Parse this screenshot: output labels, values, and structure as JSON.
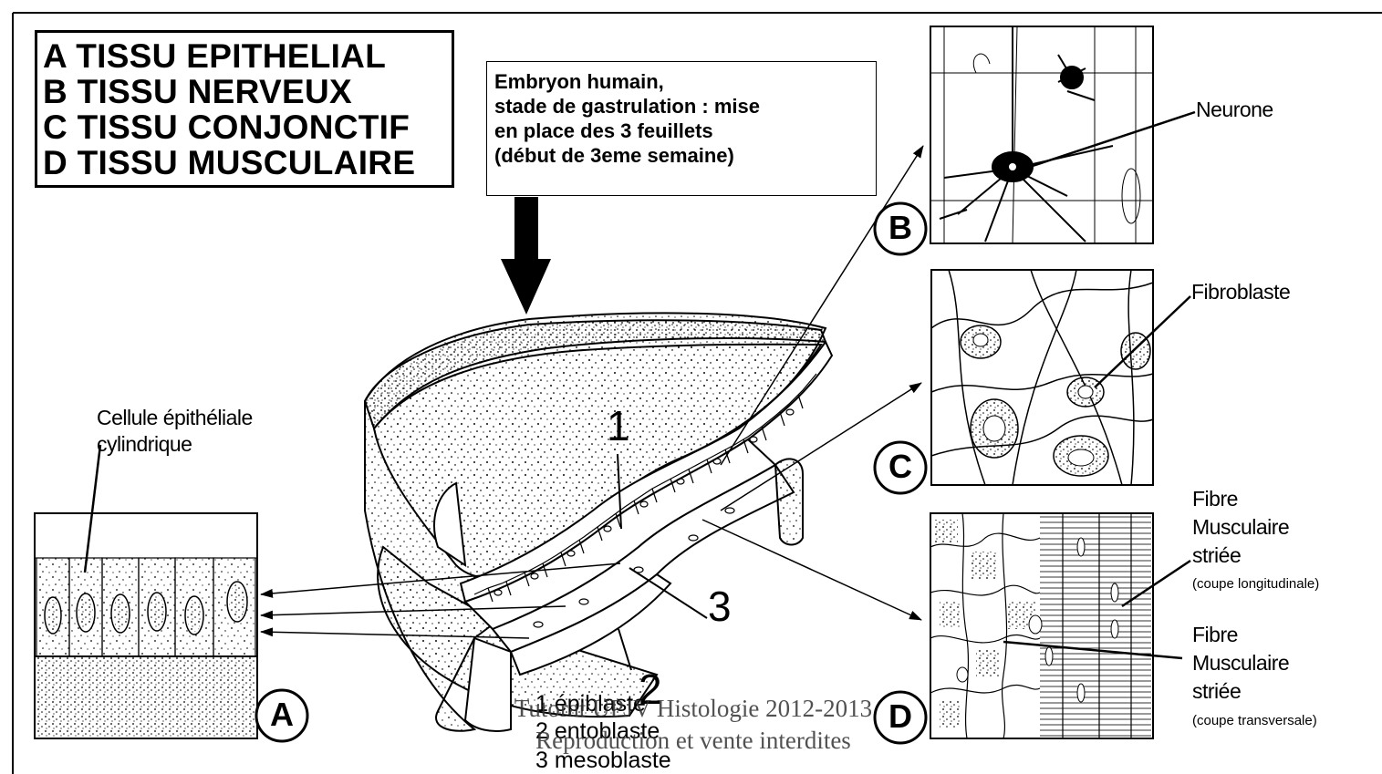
{
  "legend": {
    "lines": [
      "A TISSU EPITHELIAL",
      "B TISSU NERVEUX",
      "C TISSU CONJONCTIF",
      "D TISSU MUSCULAIRE"
    ]
  },
  "embryo_caption": {
    "lines": [
      "Embryon humain,",
      "stade de gastrulation : mise",
      "en place des 3 feuillets",
      "(début de 3eme semaine)"
    ]
  },
  "panel_letters": {
    "a": "A",
    "b": "B",
    "c": "C",
    "d": "D"
  },
  "labels": {
    "neurone": "Neurone",
    "fibroblaste": "Fibroblaste",
    "cellule_line1": "Cellule épithéliale",
    "cellule_line2": "cylindrique",
    "fibre_long": [
      "Fibre",
      "Musculaire",
      "striée"
    ],
    "coupe_long": "(coupe longitudinale)",
    "fibre_trans": [
      "Fibre",
      "Musculaire",
      "striée"
    ],
    "coupe_trans": "(coupe transversale)"
  },
  "layer_numbers": {
    "n1": "1",
    "n2": "2",
    "n3": "3"
  },
  "feuillets": [
    "1 épiblaste",
    "2 entoblaste",
    "3 mesoblaste"
  ],
  "watermark": {
    "line1": "Tutorat UPJV Histologie 2012-2013",
    "line2": "Reproduction et vente interdites"
  }
}
